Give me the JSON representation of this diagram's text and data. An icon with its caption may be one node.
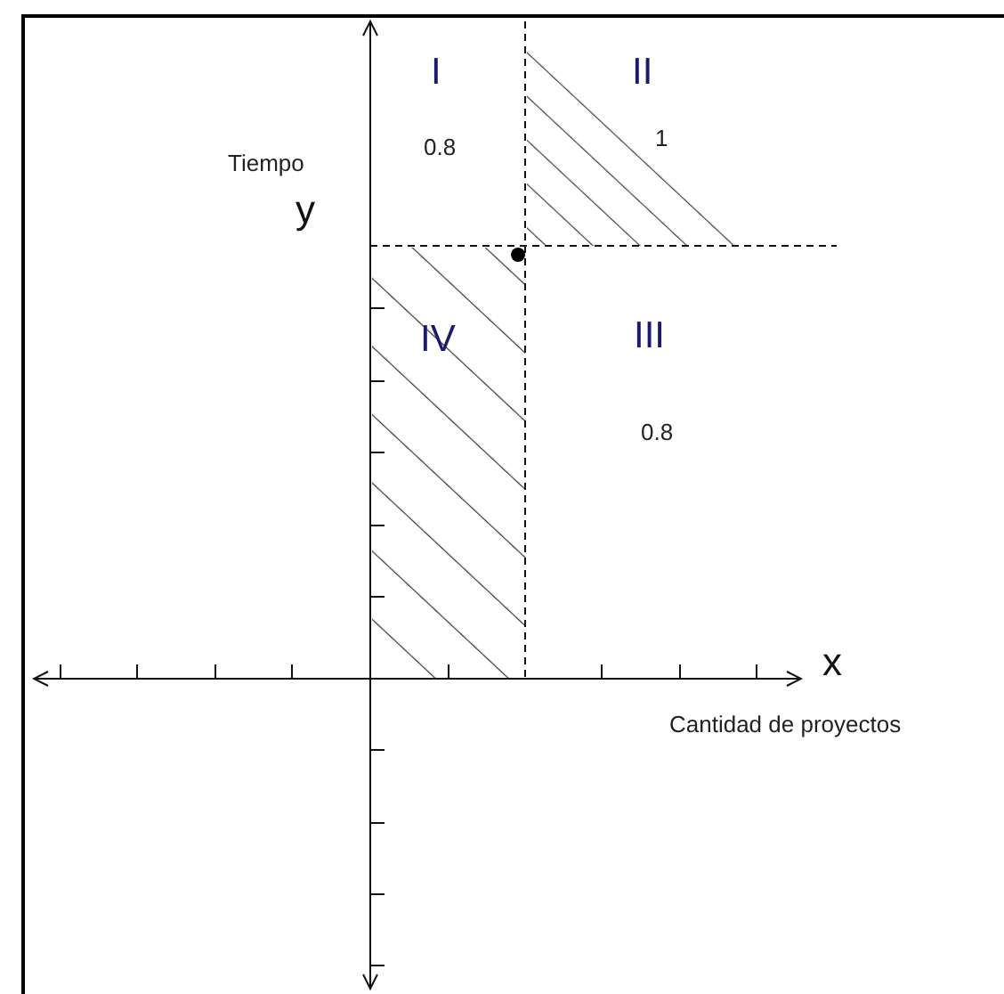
{
  "diagram": {
    "labels": [
      "I",
      "II",
      "0.8",
      "1",
      "Tiempo",
      "y",
      "IV",
      "III",
      "0.8",
      "x",
      "Cantidad de proyectos"
    ]
  }
}
